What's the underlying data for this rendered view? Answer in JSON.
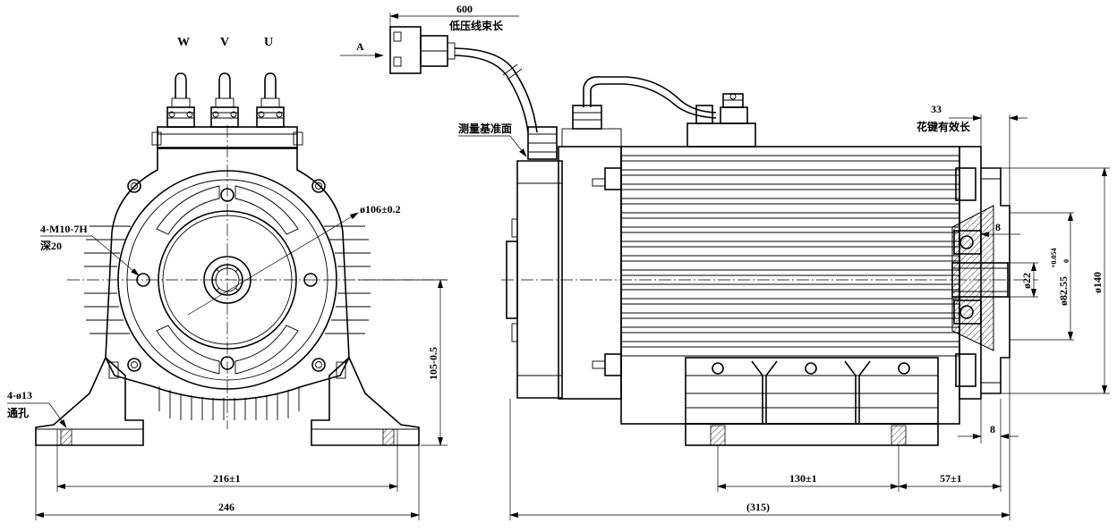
{
  "front_view": {
    "phase_labels": [
      "W",
      "V",
      "U"
    ],
    "bore_diameter": "ø106±0.2",
    "mount_holes_line1": "4-M10-7H",
    "mount_holes_line2": "深20",
    "foot_holes_line1": "4-ø13",
    "foot_holes_line2": "通孔",
    "shaft_height": "105-0.5",
    "foot_hole_spacing": "216±1",
    "overall_width": "246"
  },
  "side_view": {
    "view_arrow": "A",
    "cable_length": "600",
    "cable_label": "低压线束长",
    "reference_surface": "测量基准面",
    "spline_length": "33",
    "spline_label": "花键有效长",
    "shaft_dia": "ø22",
    "spigot_dia": "ø82.55",
    "spigot_tol_upper": "+0.054",
    "spigot_tol_lower": "0",
    "flange_dia": "ø140",
    "flange_thickness_top": "8",
    "flange_thickness_bottom": "8",
    "foot_spacing": "130±1",
    "foot_to_flange": "57±1",
    "overall_length": "(315)"
  }
}
